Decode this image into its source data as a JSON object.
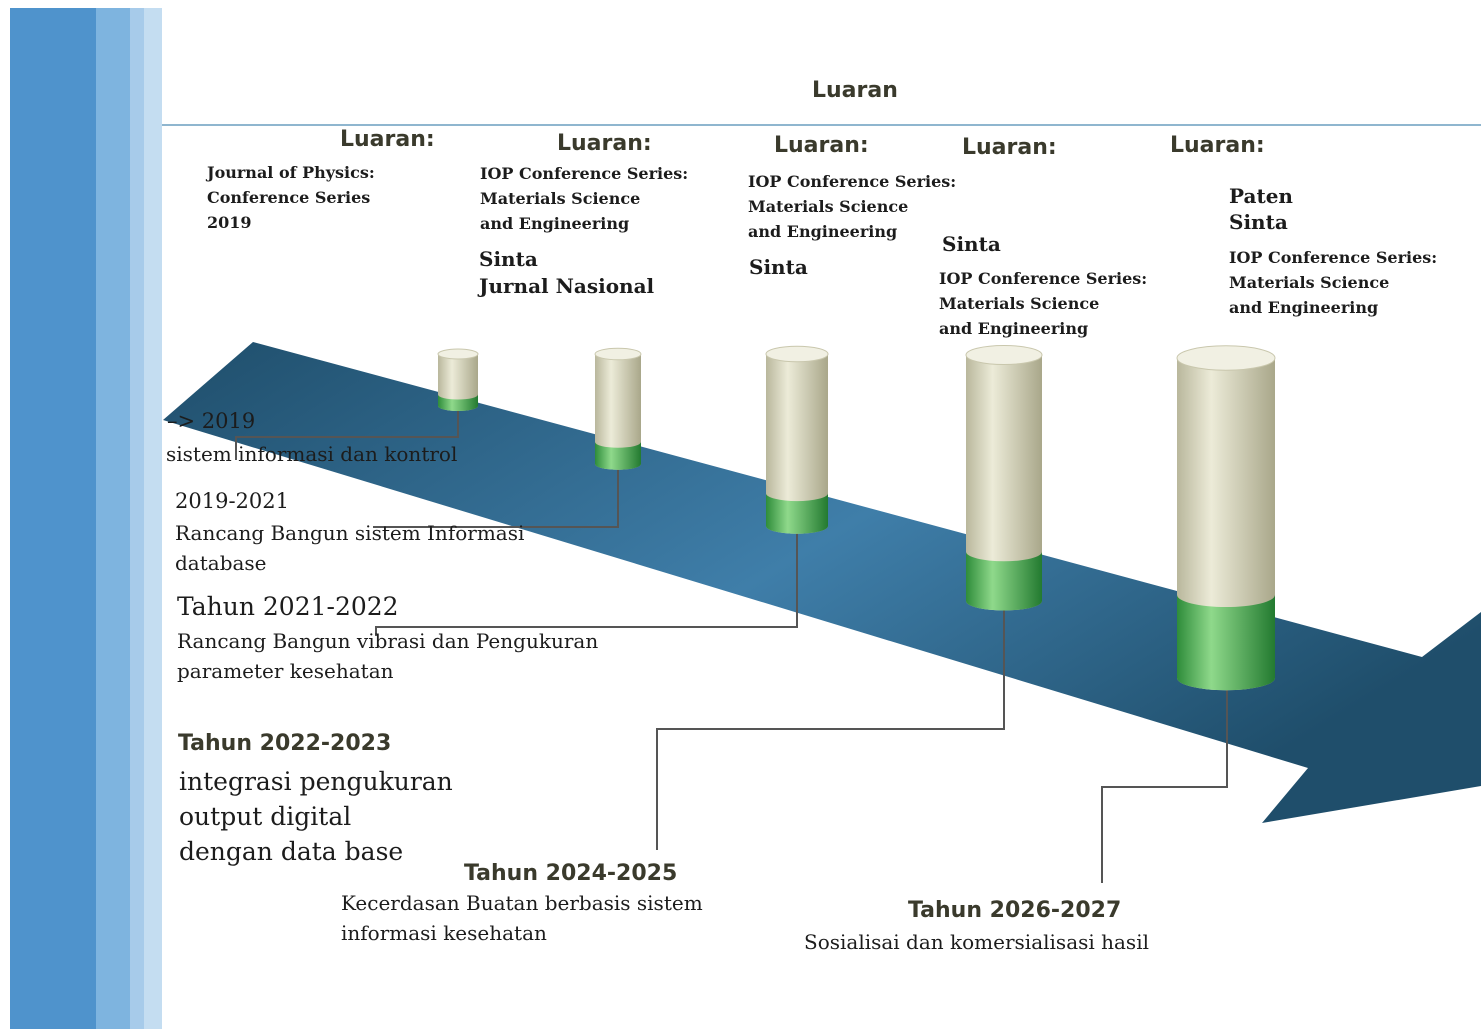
{
  "title": "Luaran",
  "colors": {
    "sidebar": [
      "#4f93cc",
      "#7eb4df",
      "#a7cbea",
      "#c4ddf1"
    ],
    "arrow_dark": "#1f4e6b",
    "arrow_light": "#4b88b3",
    "cylinder_body": "#d9d7c0",
    "cylinder_fill": "#3aa848"
  },
  "milestones": [
    {
      "luaran_label": "Luaran:",
      "outputs": [
        "Journal of Physics:",
        "Conference Series",
        "2019"
      ],
      "year": "–> 2019",
      "description": [
        "sistem informasi  dan kontrol"
      ],
      "fill_fraction": 0.22
    },
    {
      "luaran_label": "Luaran:",
      "outputs": [
        "IOP Conference Series:",
        "Materials Science",
        "and Engineering"
      ],
      "outputs_extra": [
        "Sinta",
        "Jurnal Nasional"
      ],
      "year": "2019-2021",
      "description": [
        "Rancang Bangun sistem Informasi",
        "database"
      ],
      "fill_fraction": 0.2
    },
    {
      "luaran_label": "Luaran:",
      "outputs": [
        "IOP Conference Series:",
        "Materials Science",
        "and Engineering"
      ],
      "outputs_extra": [
        "Sinta"
      ],
      "year": "Tahun 2021-2022",
      "description": [
        "Rancang Bangun vibrasi dan Pengukuran",
        "parameter kesehatan"
      ],
      "fill_fraction": 0.19
    },
    {
      "luaran_label": "Luaran:",
      "outputs_extra": [
        "Sinta"
      ],
      "outputs": [
        "IOP Conference Series:",
        "Materials Science",
        "and Engineering"
      ],
      "year": "Tahun 2024-2025",
      "description": [
        "Kecerdasan Buatan berbasis  sistem",
        "informasi kesehatan"
      ],
      "fill_fraction": 0.2
    },
    {
      "luaran_label": "Luaran:",
      "outputs_extra": [
        "Paten",
        "Sinta"
      ],
      "outputs": [
        "IOP Conference Series:",
        "Materials Science",
        "and Engineering"
      ],
      "year": "Tahun 2026-2027",
      "description": [
        "Sosialisai dan komersialisasi hasil"
      ],
      "fill_fraction": 0.26
    }
  ],
  "extra_step": {
    "year": "Tahun 2022-2023",
    "description": [
      "integrasi pengukuran",
      "output digital",
      "dengan data base"
    ]
  }
}
